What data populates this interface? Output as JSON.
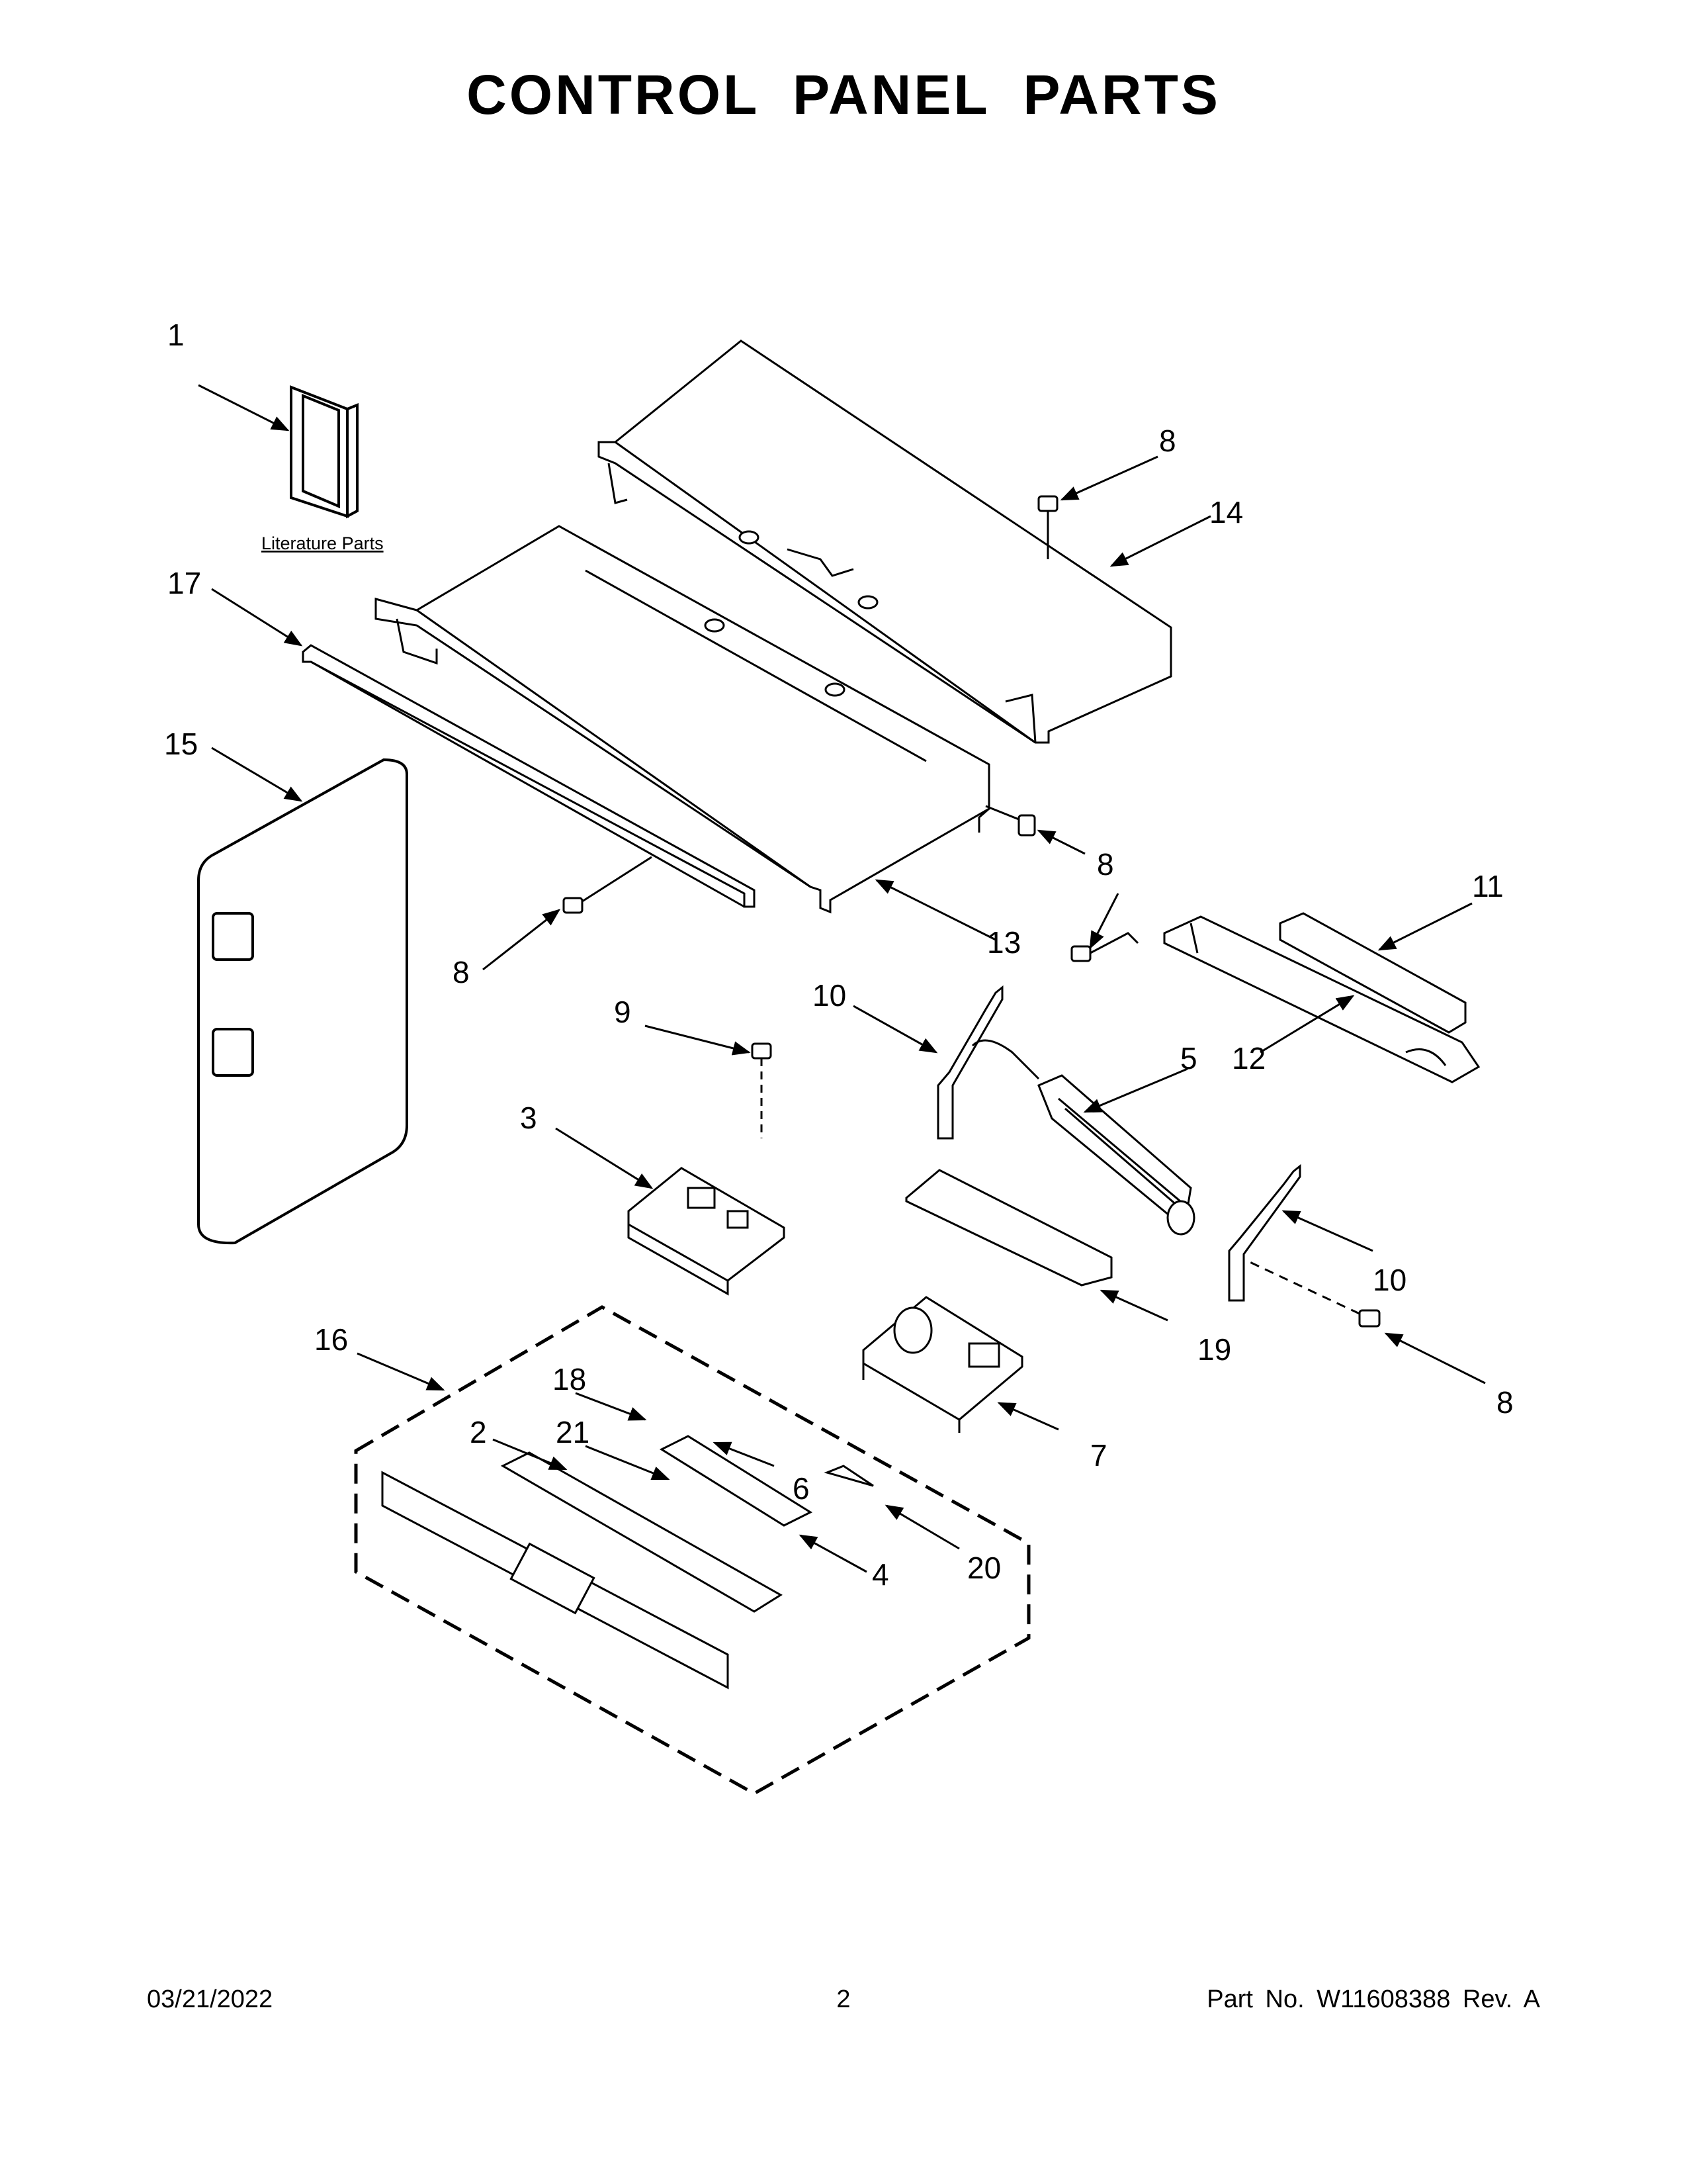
{
  "title": "CONTROL PANEL PARTS",
  "literature_label": "Literature Parts",
  "callouts": {
    "c1": "1",
    "c2": "2",
    "c3": "3",
    "c4": "4",
    "c5": "5",
    "c6": "6",
    "c7": "7",
    "c8": "8",
    "c9": "9",
    "c10": "10",
    "c11": "11",
    "c12": "12",
    "c13": "13",
    "c14": "14",
    "c15": "15",
    "c16": "16",
    "c17": "17",
    "c18": "18",
    "c19": "19",
    "c20": "20",
    "c21": "21"
  },
  "footer": {
    "date": "03/21/2022",
    "page": "2",
    "part": "Part No.  W11608388  Rev.  A"
  }
}
